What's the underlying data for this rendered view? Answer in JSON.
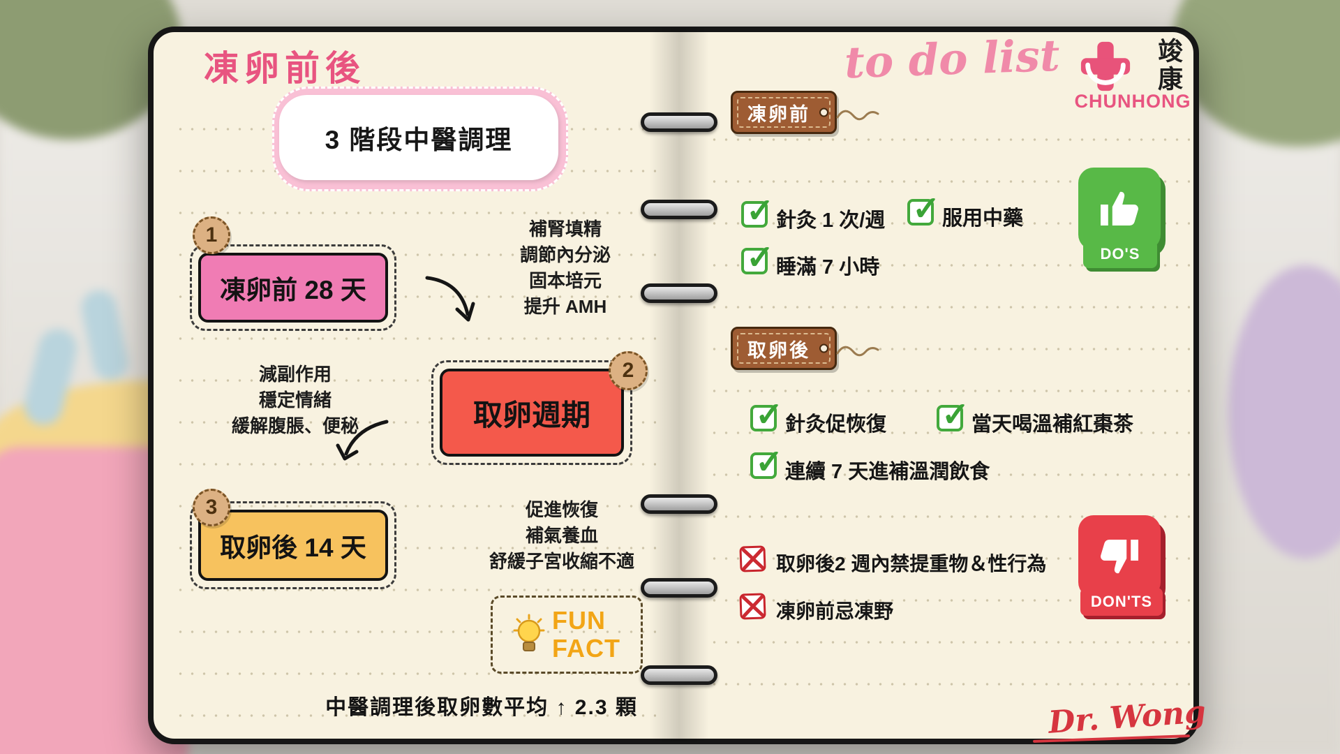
{
  "left_page": {
    "title": "凍卵前後",
    "badge": "3 階段中醫調理",
    "stages": [
      {
        "number": "1",
        "label": "凍卵前 28 天",
        "notes": [
          "補腎填精",
          "調節內分泌",
          "固本培元",
          "提升 AMH"
        ]
      },
      {
        "number": "2",
        "label": "取卵週期",
        "notes": [
          "減副作用",
          "穩定情緒",
          "緩解腹脹、便秘"
        ]
      },
      {
        "number": "3",
        "label": "取卵後 14 天",
        "notes": [
          "促進恢復",
          "補氣養血",
          "舒緩子宮收縮不適"
        ]
      }
    ],
    "fun_fact": {
      "line1": "FUN",
      "line2": "FACT"
    },
    "footnote": "中醫調理後取卵數平均 ↑ 2.3 顆"
  },
  "right_page": {
    "title": "to do list",
    "logo": {
      "name_zh": "竣康",
      "name_en": "CHUNHONG"
    },
    "sections": [
      {
        "tag": "凍卵前",
        "items": [
          "針灸 1 次/週",
          "服用中藥",
          "睡滿 7 小時"
        ]
      },
      {
        "tag": "取卵後",
        "items": [
          "針灸促恢復",
          "當天喝溫補紅棗茶",
          "連續 7 天進補溫潤飲食"
        ]
      }
    ],
    "donts": [
      "取卵後2 週內禁提重物＆性行為",
      "凍卵前忌凍野"
    ],
    "dos_badge": "DO'S",
    "donts_badge": "DON'TS",
    "signature": "Dr. Wong"
  },
  "colors": {
    "accent-pink": "#e85480",
    "stage1-pink": "#f07cb4",
    "stage2-red": "#f4594b",
    "stage3-yellow": "#f7c25e",
    "do-green": "#58b947",
    "dont-red": "#e8404a",
    "tag-brown": "#9e5c33",
    "fun-orange": "#f2a516"
  }
}
